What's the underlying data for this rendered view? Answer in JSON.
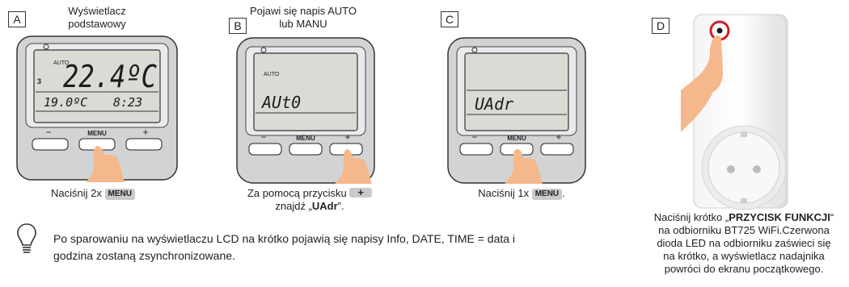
{
  "steps": {
    "a": {
      "letter": "A",
      "title_line1": "Wyświetlacz",
      "title_line2": "podstawowy",
      "lcd_mode": "AUTO",
      "lcd_side": "3",
      "lcd_temp": "22.4ºC",
      "lcd_set": "19.0ºC",
      "lcd_time": "8:23",
      "btn_minus": "−",
      "btn_menu": "MENU",
      "btn_plus": "+",
      "caption_pre": "Naciśnij 2x",
      "caption_key": "MENU"
    },
    "b": {
      "letter": "B",
      "title_line1": "Pojawi się napis AUTO",
      "title_line2": "lub MANU",
      "lcd_mode": "AUTO",
      "lcd_text": "AUt0",
      "btn_minus": "−",
      "btn_menu": "MENU",
      "btn_plus": "+",
      "caption_pre": "Za pomocą przycisku",
      "caption_key": "+",
      "caption_line2_pre": "znajdź „",
      "caption_line2_bold": "UAdr",
      "caption_line2_post": "”."
    },
    "c": {
      "letter": "C",
      "lcd_text": "UAdr",
      "btn_minus": "−",
      "btn_menu": "MENU",
      "btn_plus": "+",
      "caption_pre": "Naciśnij 1x",
      "caption_key": "MENU",
      "caption_post": "."
    },
    "d": {
      "letter": "D",
      "caption_line1_pre": "Naciśnij krótko „",
      "caption_line1_bold": "PRZYCISK FUNKCJI",
      "caption_line1_post": "“",
      "caption_line2": "na odbiorniku BT725 WiFi.Czerwona",
      "caption_line3": "dioda LED na odbiorniku zaświeci się",
      "caption_line4": "na krótko, a wyświetlacz nadajnika",
      "caption_line5": "powróci do ekranu początkowego."
    }
  },
  "note": {
    "icon": "lightbulb-icon",
    "line1": "Po sparowaniu na wyświetlaczu LCD na krótko pojawią się napisy Info, DATE, TIME = data i",
    "line2": "godzina zostaną zsynchronizowane."
  },
  "colors": {
    "lcd": "#d8dcd4",
    "frame": "#cfd1d3",
    "hand": "#f5b88c",
    "red_ring": "#d0202a",
    "key": "#c9c9c9"
  }
}
